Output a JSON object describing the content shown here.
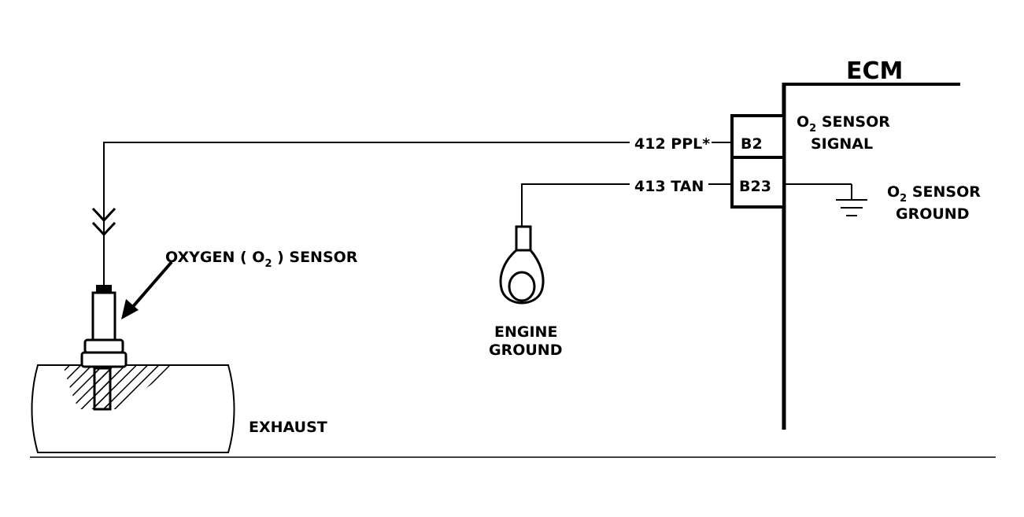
{
  "labels": {
    "ecm": "ECM",
    "o2_signal_line1_prefix": "O",
    "o2_signal_line1_sub": "2",
    "o2_signal_line1_rest": " SENSOR",
    "o2_signal_line2": "SIGNAL",
    "o2_ground_line1_prefix": "O",
    "o2_ground_line1_sub": "2",
    "o2_ground_line1_rest": " SENSOR",
    "o2_ground_line2": "GROUND",
    "wire_412": "412 PPL*",
    "wire_413": "413 TAN",
    "pin_b2": "B2",
    "pin_b23": "B23",
    "oxygen_sensor_prefix": "OXYGEN ( O",
    "oxygen_sensor_sub": "2",
    "oxygen_sensor_rest": " ) SENSOR",
    "engine_ground_line1": "ENGINE",
    "engine_ground_line2": "GROUND",
    "exhaust": "EXHAUST"
  }
}
